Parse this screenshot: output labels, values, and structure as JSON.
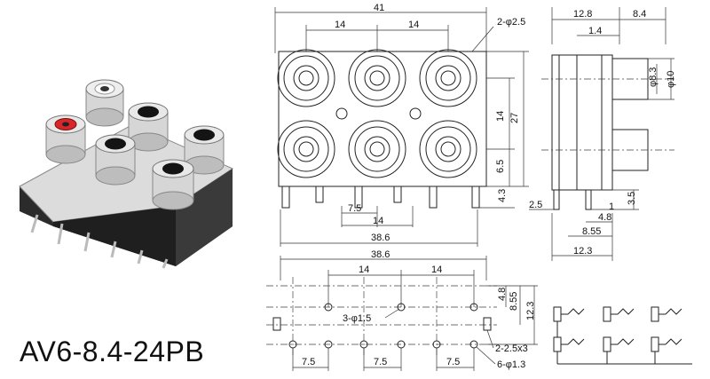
{
  "product": {
    "model": "AV6-8.4-24PB"
  },
  "front_view": {
    "overall_width": "41",
    "pitch_left": "14",
    "pitch_right": "14",
    "hole_note": "2-φ2.5",
    "row_pitch": "14",
    "height": "27",
    "pin_offset": "6.5",
    "pin_length": "4.3",
    "pin_spacing": "7.5",
    "pin_pitch": "14",
    "pin_span": "38.6"
  },
  "side_view": {
    "depth": "12.8",
    "jack_length": "8.4",
    "panel_thickness": "1.4",
    "inner_diameter": "φ8.3",
    "outer_diameter": "φ10",
    "pin_height": "3.5",
    "pin_offset_left": "2.5",
    "pin_width": "1",
    "pin_spacing_a": "4.8",
    "pin_spacing_b": "8.55",
    "base_length": "12.3"
  },
  "pcb_layout": {
    "span": "38.6",
    "pitch_left": "14",
    "pitch_right": "14",
    "row_a": "4.8",
    "row_b": "8.55",
    "row_total": "12.3",
    "locating_holes": "3-φ1.5",
    "slot_note": "2-2.5x3",
    "pin_holes": "6-φ1.3",
    "spacing_1": "7.5",
    "spacing_2": "7.5",
    "spacing_3": "7.5"
  },
  "colors": {
    "housing": "#2a2a2a",
    "metal": "#c8c8c8",
    "red_insert": "#d8262a",
    "black_insert": "#141414"
  }
}
